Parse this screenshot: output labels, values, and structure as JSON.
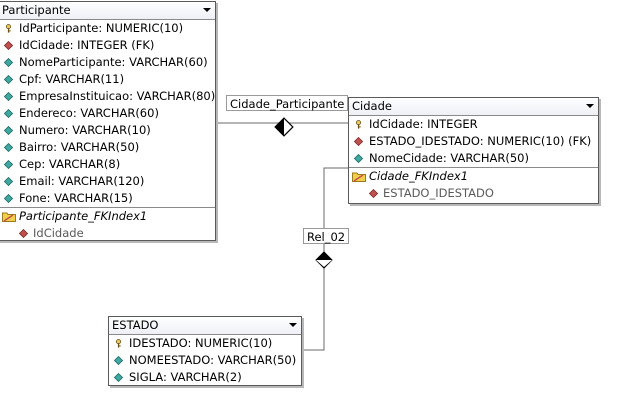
{
  "tables": {
    "participante": {
      "title": "Participante",
      "columns": [
        {
          "text": "IdParticipante: NUMERIC(10)",
          "icon": "key-icon"
        },
        {
          "text": "IdCidade: INTEGER (FK)",
          "icon": "foreign-key-diamond-icon"
        },
        {
          "text": "NomeParticipante: VARCHAR(60)",
          "icon": "attribute-diamond-icon"
        },
        {
          "text": "Cpf: VARCHAR(11)",
          "icon": "attribute-diamond-icon"
        },
        {
          "text": "EmpresaInstituicao: VARCHAR(80)",
          "icon": "attribute-diamond-icon"
        },
        {
          "text": "Endereco: VARCHAR(60)",
          "icon": "attribute-diamond-icon"
        },
        {
          "text": "Numero: VARCHAR(10)",
          "icon": "attribute-diamond-icon"
        },
        {
          "text": "Bairro: VARCHAR(50)",
          "icon": "attribute-diamond-icon"
        },
        {
          "text": "Cep: VARCHAR(8)",
          "icon": "attribute-diamond-icon"
        },
        {
          "text": "Email: VARCHAR(120)",
          "icon": "attribute-diamond-icon"
        },
        {
          "text": "Fone: VARCHAR(15)",
          "icon": "attribute-diamond-icon"
        }
      ],
      "index_name": "Participante_FKIndex1",
      "index_column": "IdCidade"
    },
    "cidade": {
      "title": "Cidade",
      "columns": [
        {
          "text": "IdCidade: INTEGER",
          "icon": "key-icon"
        },
        {
          "text": "ESTADO_IDESTADO: NUMERIC(10) (FK)",
          "icon": "foreign-key-diamond-icon"
        },
        {
          "text": "NomeCidade: VARCHAR(50)",
          "icon": "attribute-diamond-icon"
        }
      ],
      "index_name": "Cidade_FKIndex1",
      "index_column": "ESTADO_IDESTADO"
    },
    "estado": {
      "title": "ESTADO",
      "columns": [
        {
          "text": "IDESTADO: NUMERIC(10)",
          "icon": "key-icon"
        },
        {
          "text": "NOMEESTADO: VARCHAR(50)",
          "icon": "attribute-diamond-icon"
        },
        {
          "text": "SIGLA: VARCHAR(2)",
          "icon": "attribute-diamond-icon"
        }
      ]
    }
  },
  "relationships": {
    "cidade_participante": "Cidade_Participante",
    "rel_02": "Rel_02"
  },
  "colors": {
    "attribute": "#3fa8a0",
    "foreign_key": "#c0504d",
    "key": "#c8a030",
    "index_folder": "#f2cf4a",
    "line": "#6a6a6a"
  }
}
